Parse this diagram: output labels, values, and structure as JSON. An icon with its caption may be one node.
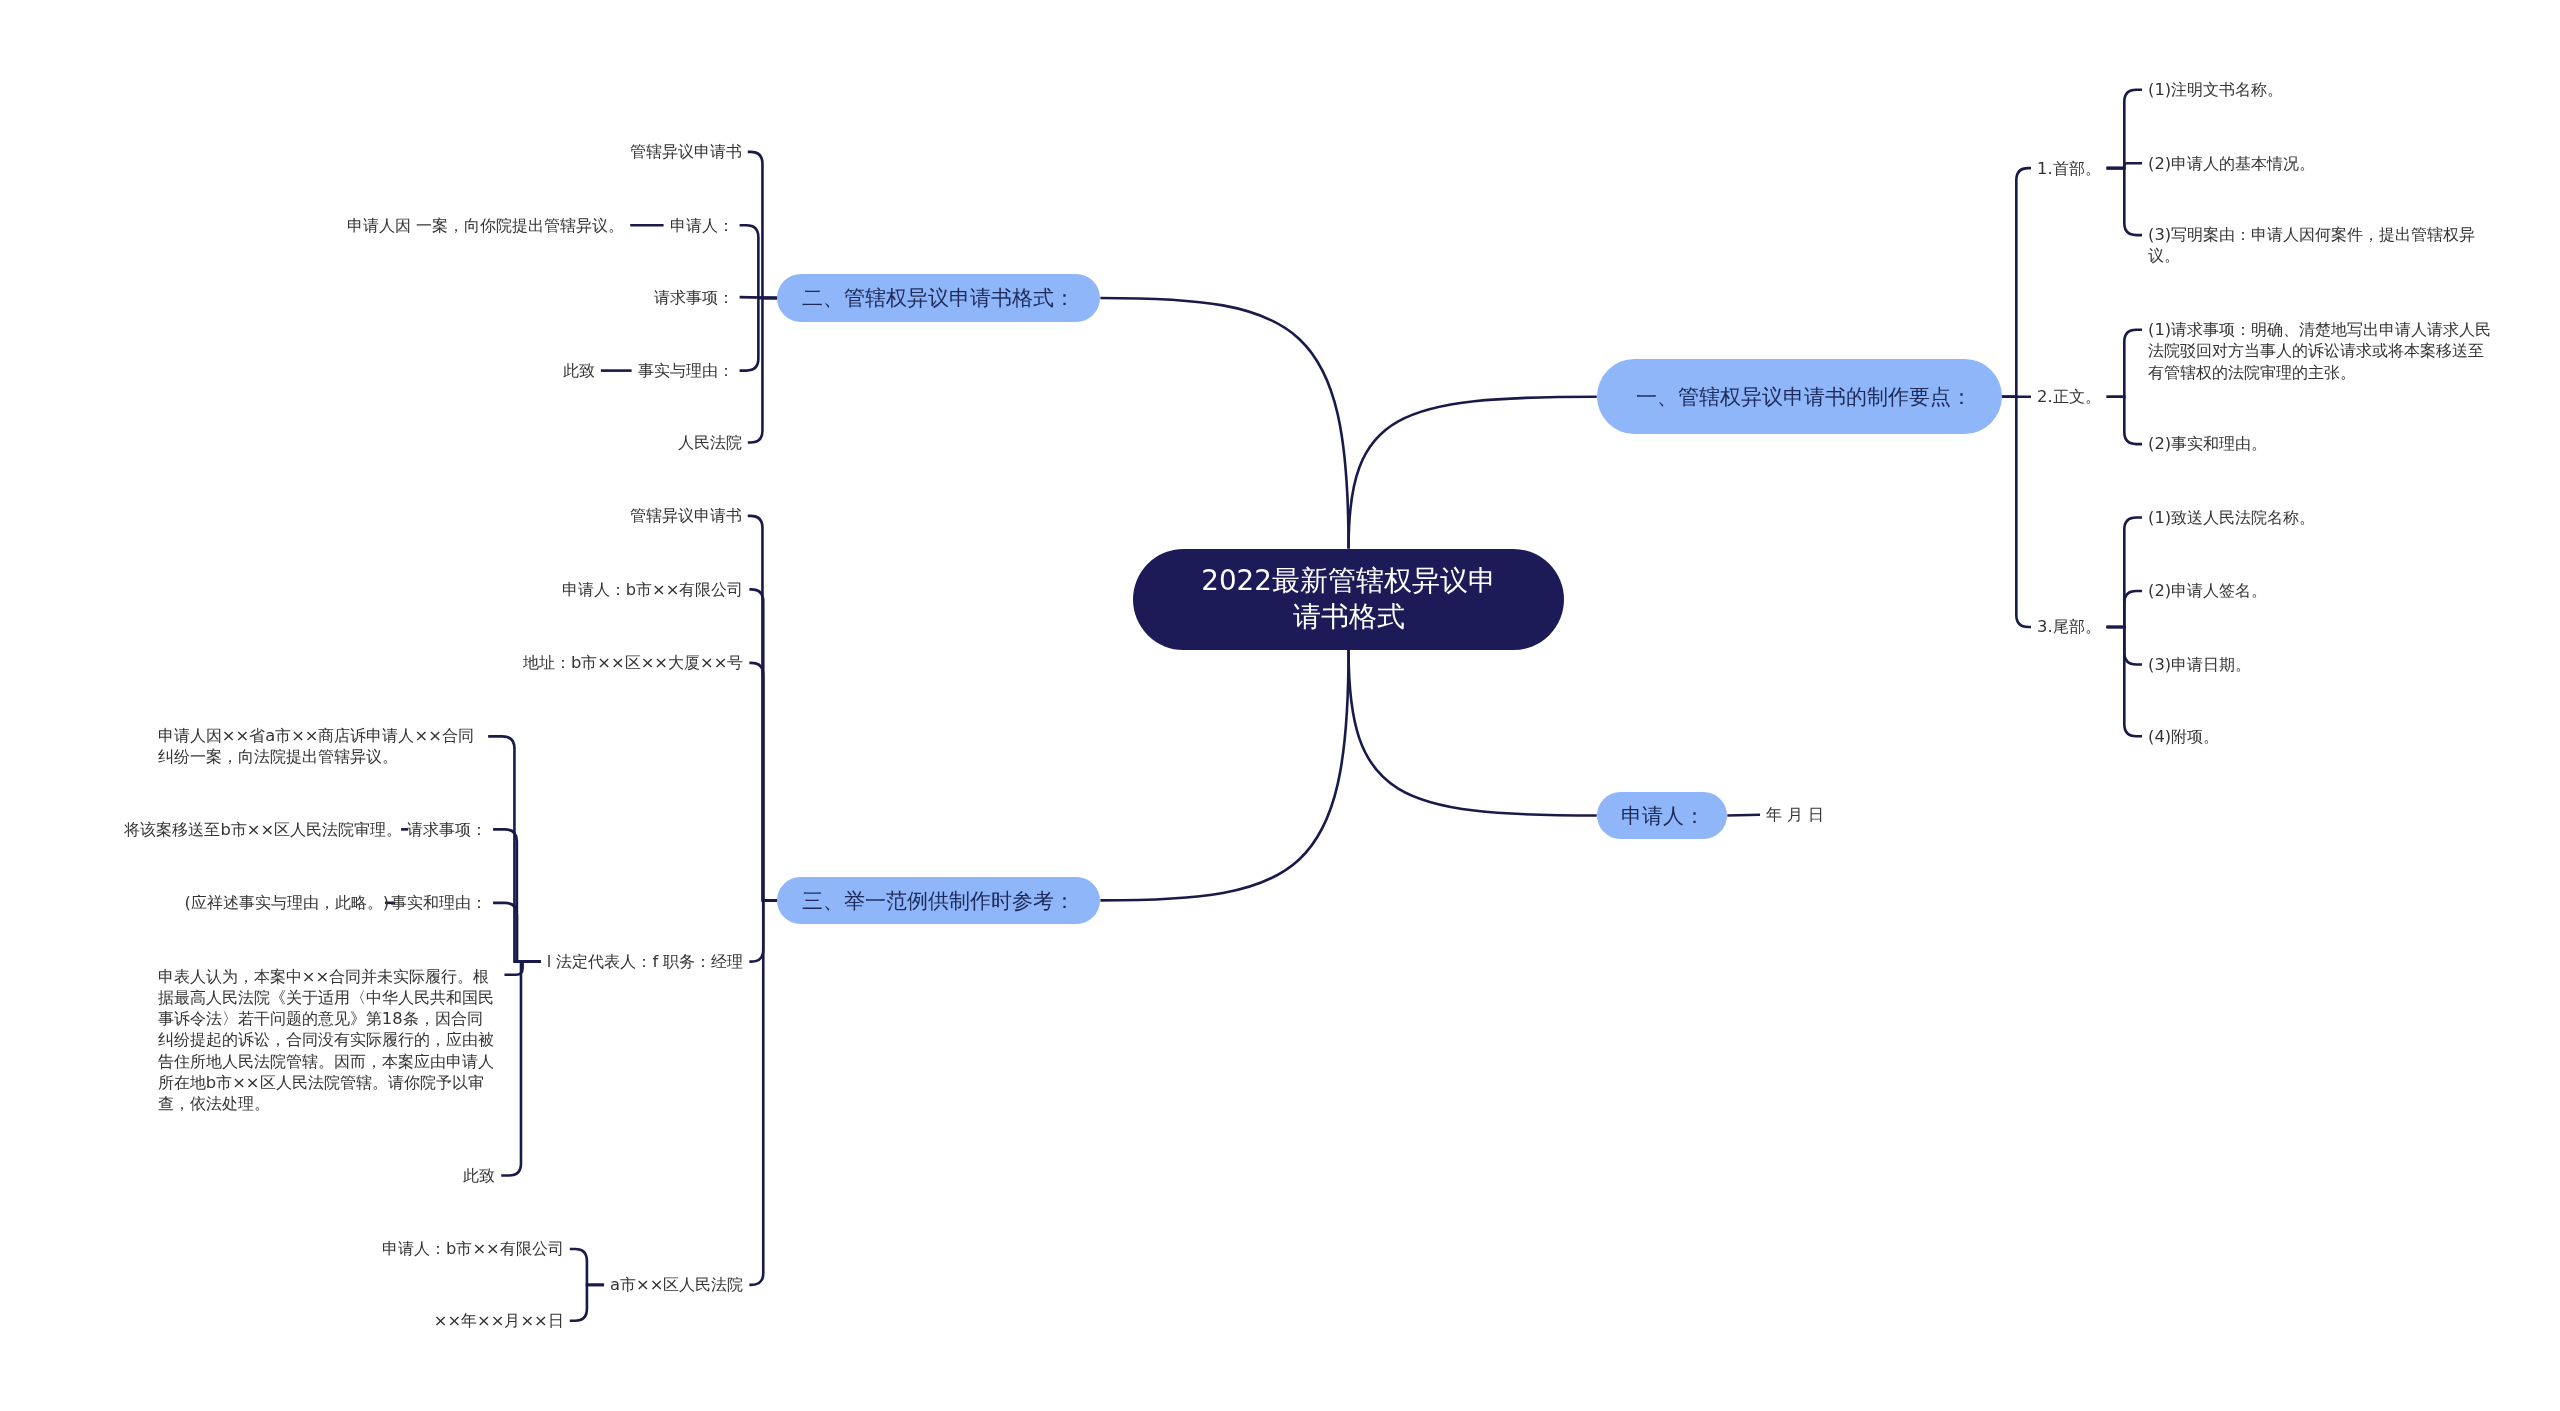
{
  "diagram": {
    "nodes": [
      {
        "text": [
          "2022最新管辖权异议申请书格式"
        ]
      },
      {
        "text": [
          "一、管辖权异议申请书的制作要点："
        ]
      },
      {
        "text": [
          "1.首部。"
        ]
      },
      {
        "text": [
          "(1)注明文书名称。"
        ]
      },
      {
        "text": [
          "(2)申请人的基本情况。"
        ]
      },
      {
        "text": [
          "(3)写明案由：申请人因何案件，提出管辖权异议。"
        ]
      },
      {
        "text": [
          "2.正文。"
        ]
      },
      {
        "text": [
          "(1)请求事项：明确、清楚地写出申请人请求人民法院驳回对方当事人的诉讼请求或将本案移送至有管辖权的法院审理的主张。"
        ]
      },
      {
        "text": [
          "(2)事实和理由。"
        ]
      },
      {
        "text": [
          "3.尾部。"
        ]
      },
      {
        "text": [
          "(1)致送人民法院名称。"
        ]
      },
      {
        "text": [
          "(2)申请人签名。"
        ]
      },
      {
        "text": [
          "(3)申请日期。"
        ]
      },
      {
        "text": [
          "(4)附项。"
        ]
      },
      {
        "text": [
          "申请人："
        ]
      },
      {
        "text": [
          "年 月 日"
        ]
      },
      {
        "text": [
          "二、管辖权异议申请书格式："
        ]
      },
      {
        "text": [
          "管辖异议申请书"
        ]
      },
      {
        "text": [
          "申请人："
        ]
      },
      {
        "text": [
          "申请人因 一案，向你院提出管辖异议。"
        ]
      },
      {
        "text": [
          "请求事项："
        ]
      },
      {
        "text": [
          "事实与理由："
        ]
      },
      {
        "text": [
          "此致"
        ]
      },
      {
        "text": [
          "人民法院"
        ]
      },
      {
        "text": [
          "三、举一范例供制作时参考："
        ]
      },
      {
        "text": [
          "管辖异议申请书"
        ]
      },
      {
        "text": [
          "申请人：b市××有限公司"
        ]
      },
      {
        "text": [
          "地址：b市××区××大厦××号"
        ]
      },
      {
        "text": [
          "l 法定代表人：f 职务：经理"
        ]
      },
      {
        "text": [
          "申请人因××省a市××商店诉申请人××合同纠纷一案，向法院提出管辖异议。"
        ]
      },
      {
        "text": [
          "请求事项："
        ]
      },
      {
        "text": [
          "将该案移送至b市××区人民法院审理。"
        ]
      },
      {
        "text": [
          "事实和理由："
        ]
      },
      {
        "text": [
          "(应祥述事实与理由，此略。)"
        ]
      },
      {
        "text": [
          "申表人认为，本案中××合同并未实际履行。根据最高人民法院《关于适用〈中华人民共和国民事诉令法〉若干问题的意见》第18条，因合同纠纷提起的诉讼，合同没有实际履行的，应由被告住所地人民法院管辖。因而，本案应由申请人所在地b市××区人民法院管辖。请你院予以审查，依法处理。"
        ]
      },
      {
        "text": [
          "此致"
        ]
      },
      {
        "text": [
          "a市××区人民法院"
        ]
      },
      {
        "text": [
          "申请人：b市××有限公司"
        ]
      },
      {
        "text": [
          "××年××月××日"
        ]
      }
    ],
    "edges": [
      {
        "from": 0,
        "to": 1,
        "arrow": "none"
      },
      {
        "from": 1,
        "to": 2,
        "arrow": "none"
      },
      {
        "from": 2,
        "to": 3,
        "arrow": "none"
      },
      {
        "from": 2,
        "to": 4,
        "arrow": "none"
      },
      {
        "from": 2,
        "to": 5,
        "arrow": "none"
      },
      {
        "from": 1,
        "to": 6,
        "arrow": "none"
      },
      {
        "from": 6,
        "to": 7,
        "arrow": "none"
      },
      {
        "from": 6,
        "to": 8,
        "arrow": "none"
      },
      {
        "from": 1,
        "to": 9,
        "arrow": "none"
      },
      {
        "from": 9,
        "to": 10,
        "arrow": "none"
      },
      {
        "from": 9,
        "to": 11,
        "arrow": "none"
      },
      {
        "from": 9,
        "to": 12,
        "arrow": "none"
      },
      {
        "from": 9,
        "to": 13,
        "arrow": "none"
      },
      {
        "from": 0,
        "to": 14,
        "arrow": "none"
      },
      {
        "from": 14,
        "to": 15,
        "arrow": "none"
      },
      {
        "from": 0,
        "to": 16,
        "arrow": "none"
      },
      {
        "from": 16,
        "to": 17,
        "arrow": "none"
      },
      {
        "from": 16,
        "to": 18,
        "arrow": "none"
      },
      {
        "from": 18,
        "to": 19,
        "arrow": "none"
      },
      {
        "from": 16,
        "to": 20,
        "arrow": "none"
      },
      {
        "from": 16,
        "to": 21,
        "arrow": "none"
      },
      {
        "from": 21,
        "to": 22,
        "arrow": "none"
      },
      {
        "from": 16,
        "to": 23,
        "arrow": "none"
      },
      {
        "from": 0,
        "to": 24,
        "arrow": "none"
      },
      {
        "from": 24,
        "to": 25,
        "arrow": "none"
      },
      {
        "from": 24,
        "to": 26,
        "arrow": "none"
      },
      {
        "from": 24,
        "to": 27,
        "arrow": "none"
      },
      {
        "from": 24,
        "to": 28,
        "arrow": "none"
      },
      {
        "from": 28,
        "to": 29,
        "arrow": "none"
      },
      {
        "from": 28,
        "to": 30,
        "arrow": "none"
      },
      {
        "from": 30,
        "to": 31,
        "arrow": "none"
      },
      {
        "from": 28,
        "to": 32,
        "arrow": "none"
      },
      {
        "from": 32,
        "to": 33,
        "arrow": "none"
      },
      {
        "from": 28,
        "to": 34,
        "arrow": "none"
      },
      {
        "from": 28,
        "to": 35,
        "arrow": "none"
      },
      {
        "from": 24,
        "to": 36,
        "arrow": "none"
      },
      {
        "from": 36,
        "to": 37,
        "arrow": "none"
      },
      {
        "from": 36,
        "to": 38,
        "arrow": "none"
      }
    ]
  }
}
